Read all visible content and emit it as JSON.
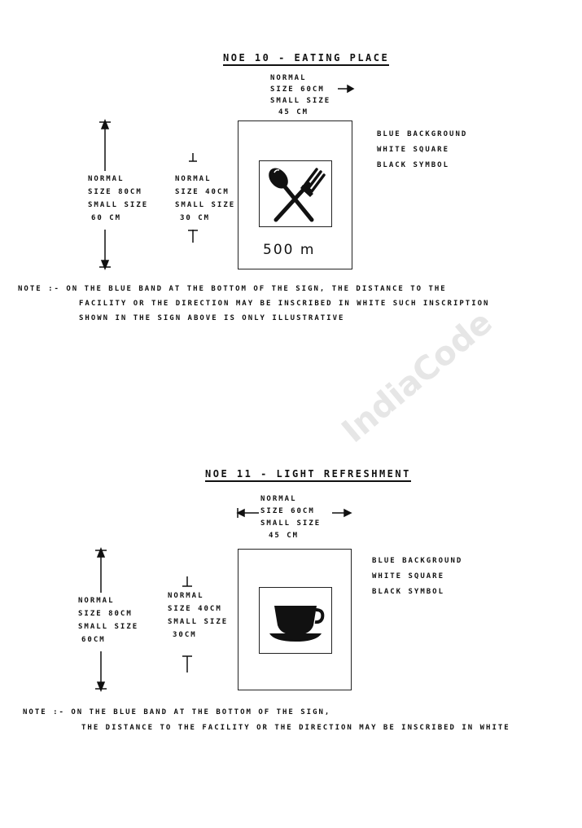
{
  "watermark": "IndiaCode",
  "sign1": {
    "title": "NOE 10 - EATING PLACE",
    "width_label": [
      "NORMAL",
      "SIZE 60CM",
      "SMALL SIZE",
      "45 CM"
    ],
    "height_label": [
      "NORMAL",
      "SIZE 80CM",
      "SMALL SIZE",
      "60 CM"
    ],
    "inner_label": [
      "NORMAL",
      "SIZE 40CM",
      "SMALL SIZE",
      "30 CM"
    ],
    "legend": [
      "BLUE BACKGROUND",
      "WHITE SQUARE",
      "BLACK SYMBOL"
    ],
    "symbol": "fork-and-spoon-icon",
    "distance": "500 m",
    "note_lines": [
      "NOTE :- ON THE BLUE BAND AT THE BOTTOM OF THE SIGN, THE DISTANCE TO THE",
      "FACILITY OR THE DIRECTION MAY BE INSCRIBED IN WHITE SUCH INSCRIPTION",
      "SHOWN IN THE SIGN ABOVE IS ONLY ILLUSTRATIVE"
    ]
  },
  "sign2": {
    "title": "NOE 11 - LIGHT REFRESHMENT",
    "width_label": [
      "NORMAL",
      "SIZE 60CM",
      "SMALL SIZE",
      "45 CM"
    ],
    "height_label": [
      "NORMAL",
      "SIZE 80CM",
      "SMALL SIZE",
      "60CM"
    ],
    "inner_label": [
      "NORMAL",
      "SIZE 40CM",
      "SMALL SIZE",
      "30CM"
    ],
    "legend": [
      "BLUE BACKGROUND",
      "WHITE SQUARE",
      "BLACK SYMBOL"
    ],
    "symbol": "cup-and-saucer-icon",
    "note_lines": [
      "NOTE :- ON THE BLUE BAND AT THE BOTTOM OF THE SIGN,",
      "THE DISTANCE TO THE FACILITY OR THE DIRECTION MAY BE INSCRIBED IN WHITE"
    ]
  }
}
